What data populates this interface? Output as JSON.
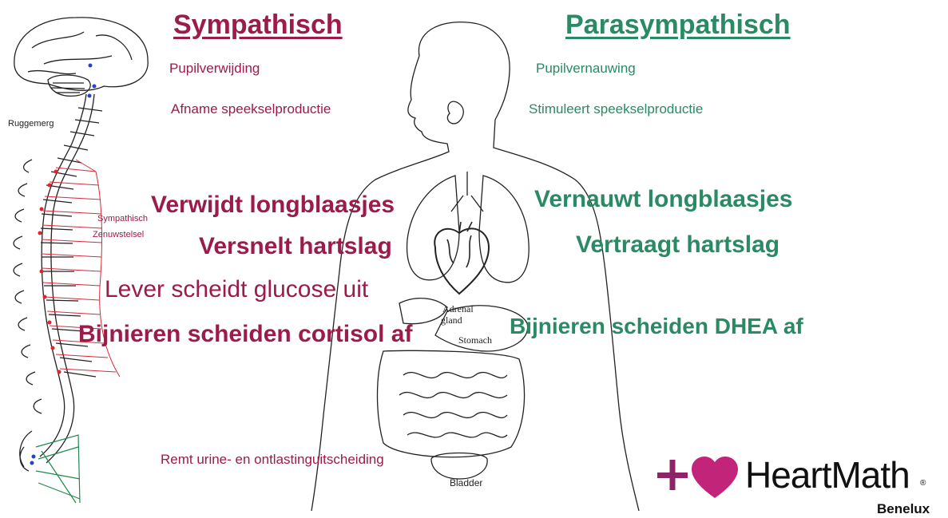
{
  "sympathetic": {
    "title": "Sympathisch",
    "items": {
      "pupil": "Pupilverwijding",
      "saliva": "Afname speekselproductie",
      "lungs": "Verwijdt longblaasjes",
      "heart": "Versnelt hartslag",
      "liver": "Lever scheidt glucose uit",
      "adrenal": "Bijnieren scheiden cortisol af",
      "urine": "Remt urine- en ontlastinguitscheiding"
    }
  },
  "parasympathetic": {
    "title": "Parasympathisch",
    "items": {
      "pupil": "Pupilvernauwing",
      "saliva": "Stimuleert speekselproductie",
      "lungs": "Vernauwt longblaasjes",
      "heart": "Vertraagt hartslag",
      "adrenal": "Bijnieren scheiden DHEA af"
    }
  },
  "anatomy_labels": {
    "spinal_cord": "Ruggemerg",
    "sympathetic_ns_line1": "Sympathisch",
    "sympathetic_ns_line2": "Zenuwstelsel",
    "adrenal_line1": "Adrenal",
    "adrenal_line2": "gland",
    "stomach": "Stomach",
    "bladder": "Bladder"
  },
  "logo": {
    "name": "HeartMath",
    "subtitle": "Benelux",
    "registered": "®"
  },
  "colors": {
    "sympathetic": "#9b1b4a",
    "parasympathetic": "#2a8a63",
    "heart_icon": "#8e2466"
  }
}
